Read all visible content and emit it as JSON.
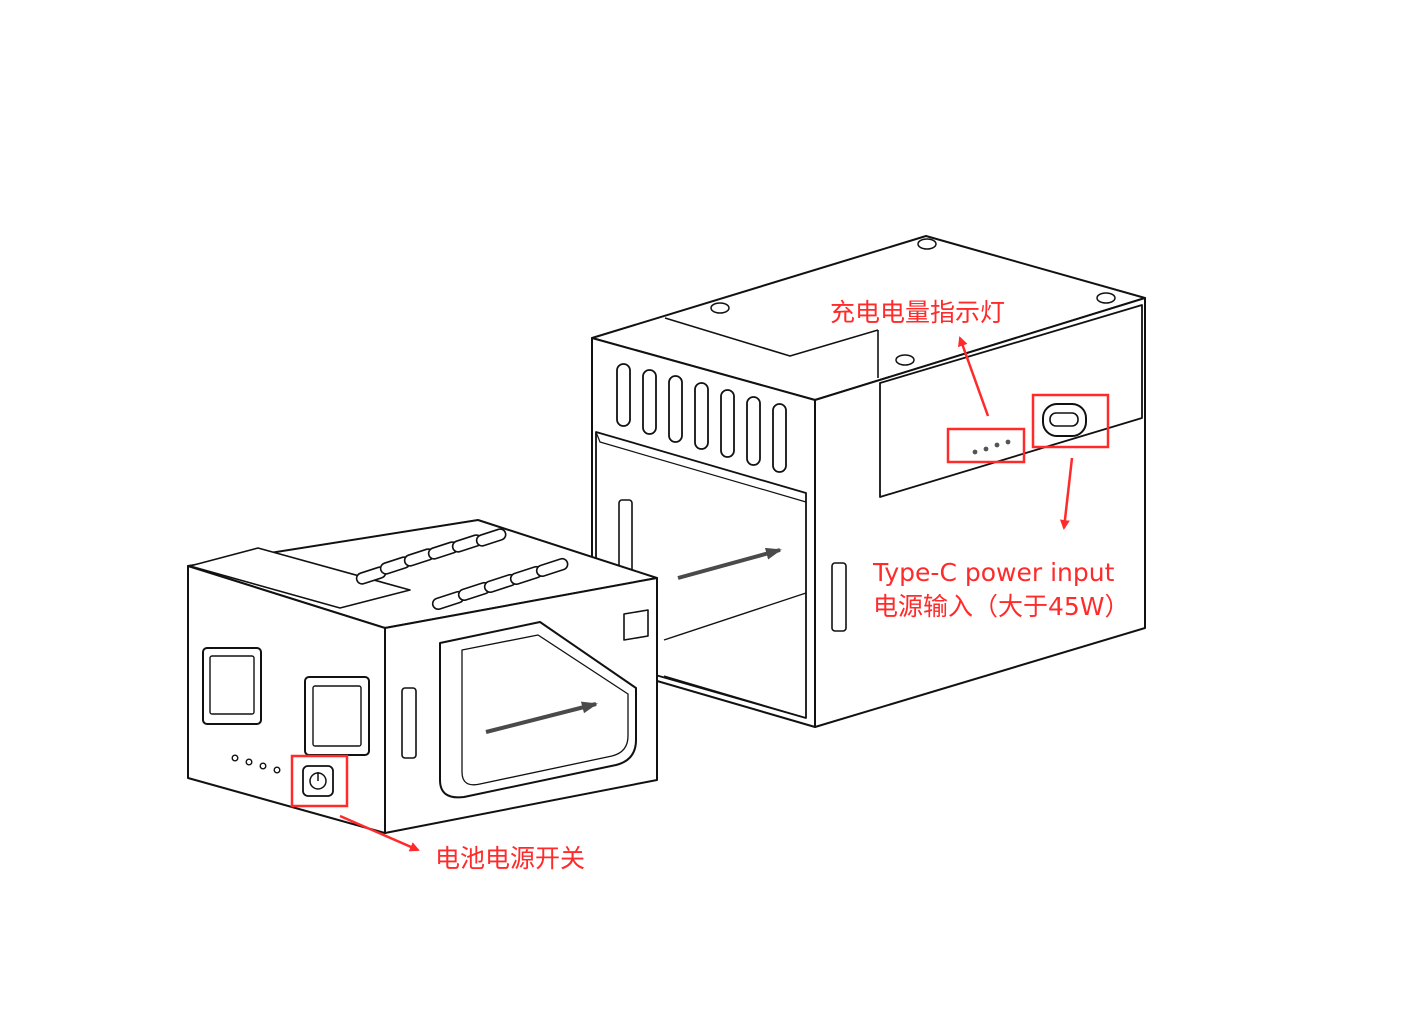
{
  "annotations": {
    "indicator_label": "充电电量指示灯",
    "typec_label_en": "Type-C power input",
    "typec_label_cn": "电源输入（大于45W）",
    "switch_label": "电池电源开关"
  },
  "colors": {
    "annotation": "#ff2a2a",
    "line_art": "#111111",
    "insert_arrow": "#4a4a4a",
    "background": "#ffffff"
  }
}
